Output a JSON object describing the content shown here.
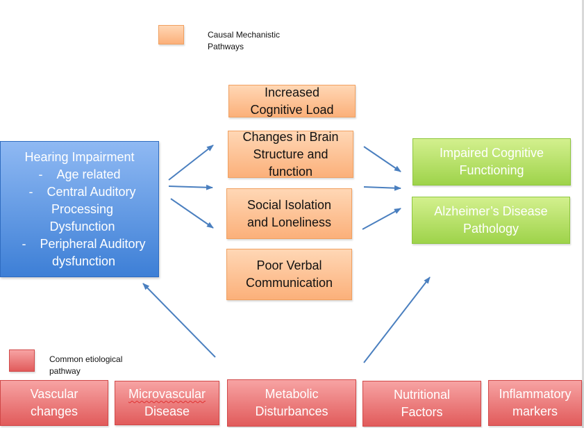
{
  "legend": {
    "causal_label": "Causal Mechanistic Pathways",
    "common_label": "Common etiological pathway",
    "causal_color": "#fbc08f",
    "common_color": "#ec7474"
  },
  "hearing": {
    "title": "Hearing Impairment",
    "items": [
      "Age related",
      "Central Auditory Processing Dysfunction",
      "Peripheral Auditory dysfunction"
    ]
  },
  "mechanisms": {
    "cognitive_load": "Increased Cognitive Load",
    "brain_structure": "Changes in Brain Structure and function",
    "social_isolation": "Social Isolation and Loneliness",
    "poor_verbal": "Poor Verbal Communication"
  },
  "outcomes": {
    "impaired_cognitive": "Impaired Cognitive Functioning",
    "alzheimers": "Alzheimer’s Disease Pathology"
  },
  "factors": {
    "vascular": "Vascular changes",
    "microvascular_line1": "Microvascular",
    "microvascular_line2": "Disease",
    "metabolic": "Metabolic Disturbances",
    "nutritional": "Nutritional Factors",
    "inflammatory": "Inflammatory markers"
  },
  "colors": {
    "hearing_blue": "#4a88dc",
    "outcome_green": "#a9da5a",
    "arrow_blue": "#4a7fbf"
  }
}
